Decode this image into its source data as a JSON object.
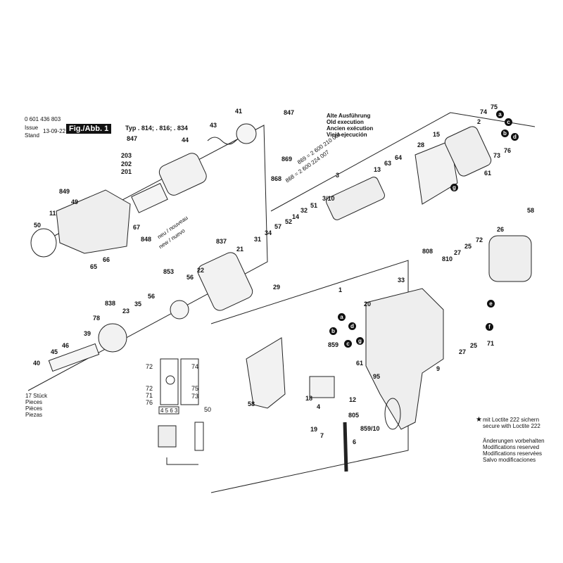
{
  "header": {
    "part_number": "0 601 436 803",
    "issue_label": "Issue",
    "stand_label": "Stand",
    "date": "13-09-22",
    "fig_label": "Fig./Abb. 1",
    "typ": "Typ . 814; . 816; . 834"
  },
  "old_execution": [
    "Alte Ausführung",
    "Old execution",
    "Ancien exécution",
    "Vieja ejecución"
  ],
  "old_parts": [
    "869 = 2 600 210 001",
    "868 = 2 600 224 007"
  ],
  "neu_label": "neu / nouveau",
  "new_label": "new / nuevo",
  "quantity": [
    "17 Stück",
    "Pieces",
    "Pièces",
    "Piezas"
  ],
  "loctite": [
    "mit Loctite 222 sichern",
    "secure with Loctite 222"
  ],
  "modifications": [
    "Änderungen vorbehalten",
    "Modifications reserved",
    "Modifications reservées",
    "Salvo modificaciones"
  ],
  "callouts": [
    "847",
    "203",
    "202",
    "201",
    "44",
    "43",
    "41",
    "849",
    "11",
    "49",
    "50",
    "67",
    "848",
    "65",
    "66",
    "847",
    "869",
    "868",
    "2",
    "74",
    "75",
    "76",
    "73",
    "61",
    "28",
    "15",
    "64",
    "63",
    "13",
    "3",
    "3/10",
    "51",
    "32",
    "14",
    "57",
    "52",
    "34",
    "31",
    "837",
    "21",
    "22",
    "853",
    "56",
    "56",
    "29",
    "838",
    "23",
    "35",
    "78",
    "39",
    "46",
    "45",
    "40",
    "1",
    "33",
    "808",
    "20",
    "810",
    "27",
    "25",
    "72",
    "26",
    "58",
    "859",
    "61",
    "95",
    "9",
    "27",
    "25",
    "71",
    "18",
    "4",
    "12",
    "805",
    "859/10",
    "19",
    "7",
    "6",
    "58",
    "72",
    "74",
    "72",
    "71",
    "75",
    "76",
    "73",
    "4 5 6 3",
    "50"
  ],
  "letters": [
    "a",
    "c",
    "b",
    "d",
    "g",
    "e",
    "f",
    "b",
    "a",
    "d",
    "c",
    "g"
  ]
}
